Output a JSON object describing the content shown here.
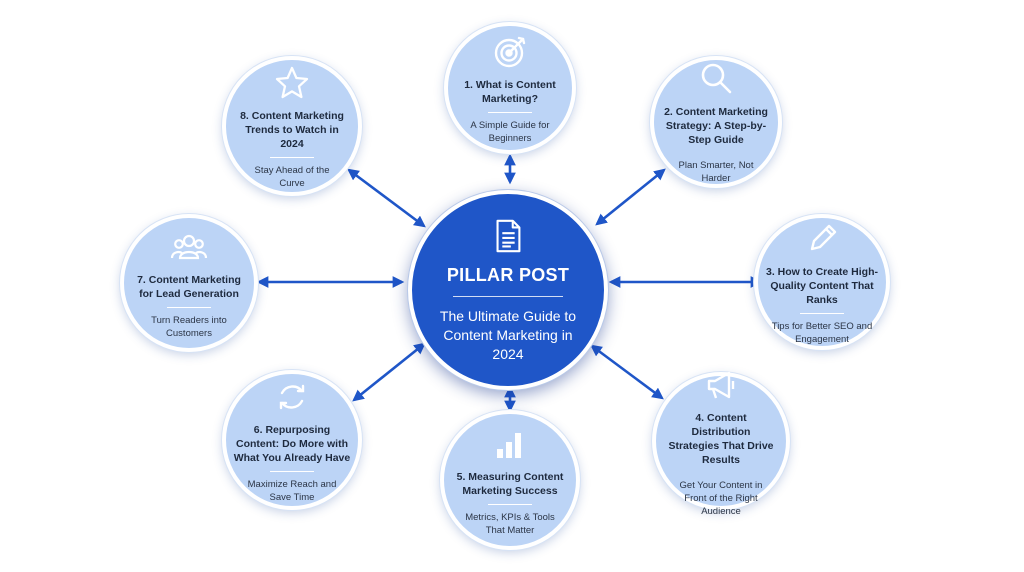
{
  "center": {
    "title": "PILLAR POST",
    "subtitle": "The Ultimate Guide to Content Marketing in 2024",
    "icon": "document-icon"
  },
  "nodes": [
    {
      "title": "1. What is Content Marketing?",
      "subtitle": "A Simple Guide for Beginners",
      "icon": "target-icon"
    },
    {
      "title": "2. Content Marketing Strategy: A Step-by-Step Guide",
      "subtitle": "Plan Smarter, Not Harder",
      "icon": "search-icon"
    },
    {
      "title": "3. How to Create High-Quality Content That Ranks",
      "subtitle": "Tips for Better SEO and Engagement",
      "icon": "pencil-icon"
    },
    {
      "title": "4. Content Distribution Strategies That Drive Results",
      "subtitle": "Get Your Content in Front of the Right Audience",
      "icon": "megaphone-icon"
    },
    {
      "title": "5. Measuring Content Marketing Success",
      "subtitle": "Metrics, KPIs & Tools That Matter",
      "icon": "bar-chart-icon"
    },
    {
      "title": "6. Repurposing Content: Do More with What You Already Have",
      "subtitle": "Maximize Reach and Save Time",
      "icon": "recycle-icon"
    },
    {
      "title": "7. Content Marketing for Lead Generation",
      "subtitle": "Turn Readers into Customers",
      "icon": "group-icon"
    },
    {
      "title": "8. Content Marketing Trends to Watch in 2024",
      "subtitle": "Stay Ahead of the Curve",
      "icon": "star-icon"
    }
  ],
  "colors": {
    "center_fill": "#1f56c8",
    "node_fill": "#bcd4f6",
    "arrow": "#1f56c8",
    "text_dark": "#1e2a3e"
  }
}
